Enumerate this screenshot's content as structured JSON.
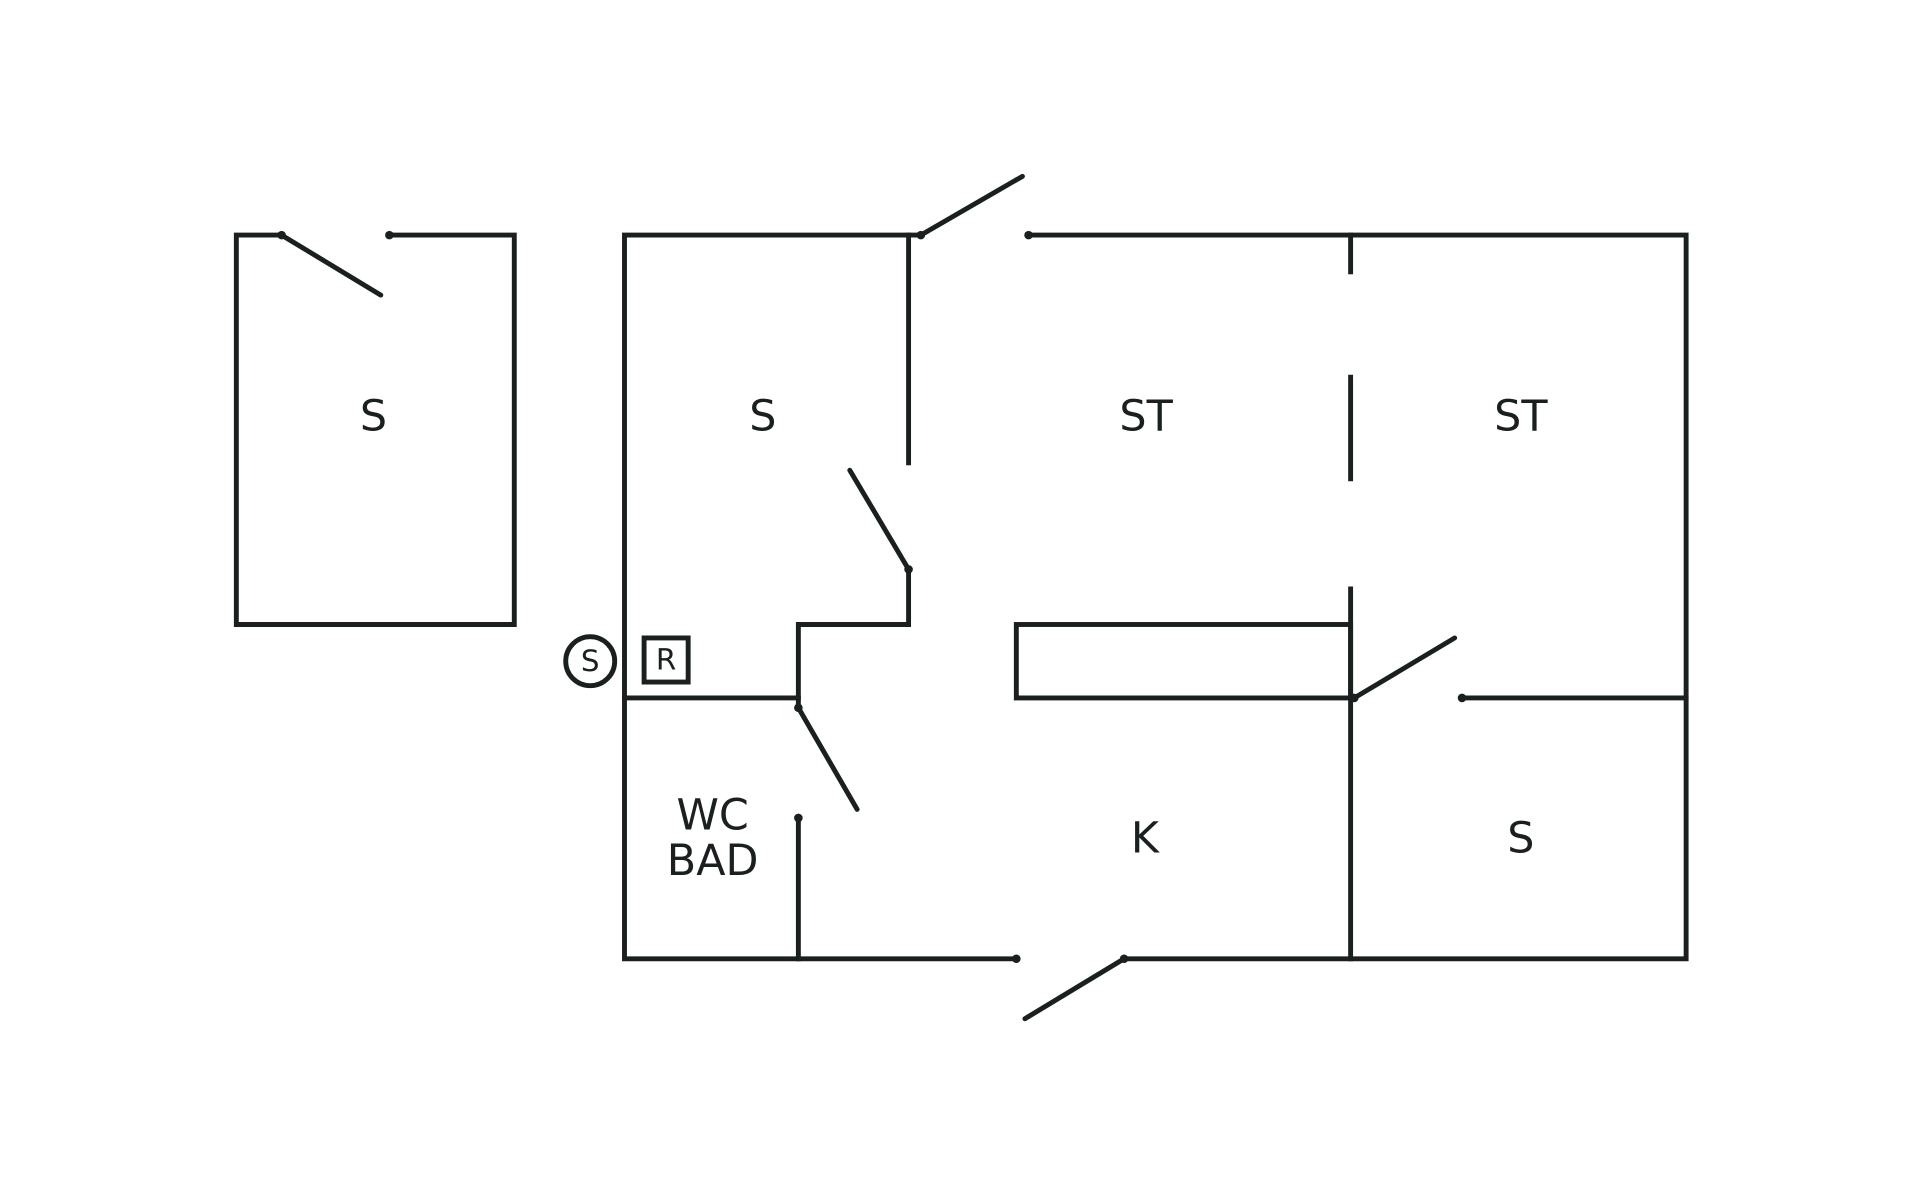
{
  "rooms": {
    "annex": "S",
    "room_top_left": "S",
    "living_1": "ST",
    "living_2": "ST",
    "kitchen": "K",
    "room_bottom_right": "S",
    "bath_line1": "WC",
    "bath_line2": "BAD"
  },
  "symbols": {
    "circle": "S",
    "square": "R"
  },
  "colors": {
    "ink": "#1a1f1f",
    "background": "#ffffff"
  }
}
